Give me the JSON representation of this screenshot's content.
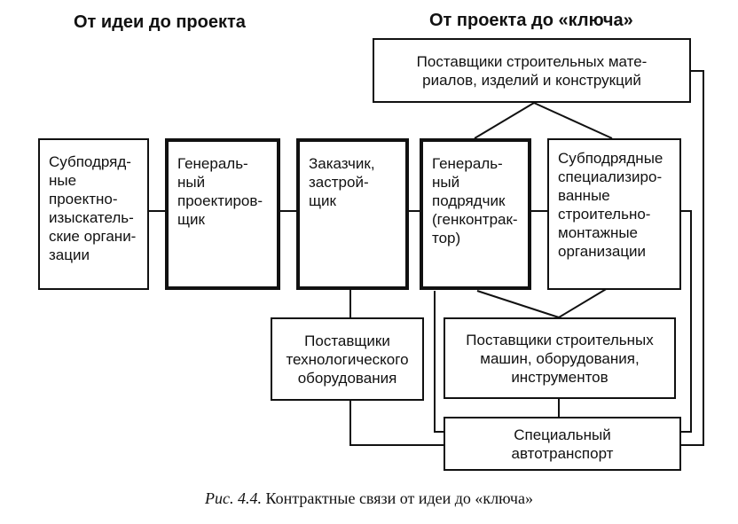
{
  "headings": {
    "left": "От идеи до проекта",
    "right": "От проекта до «ключа»"
  },
  "boxes": {
    "suppliers_materials": "Поставщики строительных мате-\nриалов, изделий и конструкций",
    "subcontract_design": "Субподряд-\nные\nпроектно-\nизыскатель-\nские органи-\nзации",
    "general_designer": "Генераль-\nный\nпроектиров-\nщик",
    "customer": "Заказчик,\nзастрой-\nщик",
    "general_contractor": "Генераль-\nный\nподрядчик\n(генконтрак-\nтор)",
    "subcontract_construction": "Субподрядные\nспециализиро-\nванные\nстроительно-\nмонтажные\nорганизации",
    "suppliers_tech": "Поставщики\nтехнологического\nоборудования",
    "suppliers_machines": "Поставщики строительных\nмашин, оборудования,\nинструментов",
    "transport": "Специальный\nавтотранспорт"
  },
  "caption": {
    "prefix": "Рис. 4.4.",
    "text": " Контрактные связи от идеи до «ключа»"
  }
}
